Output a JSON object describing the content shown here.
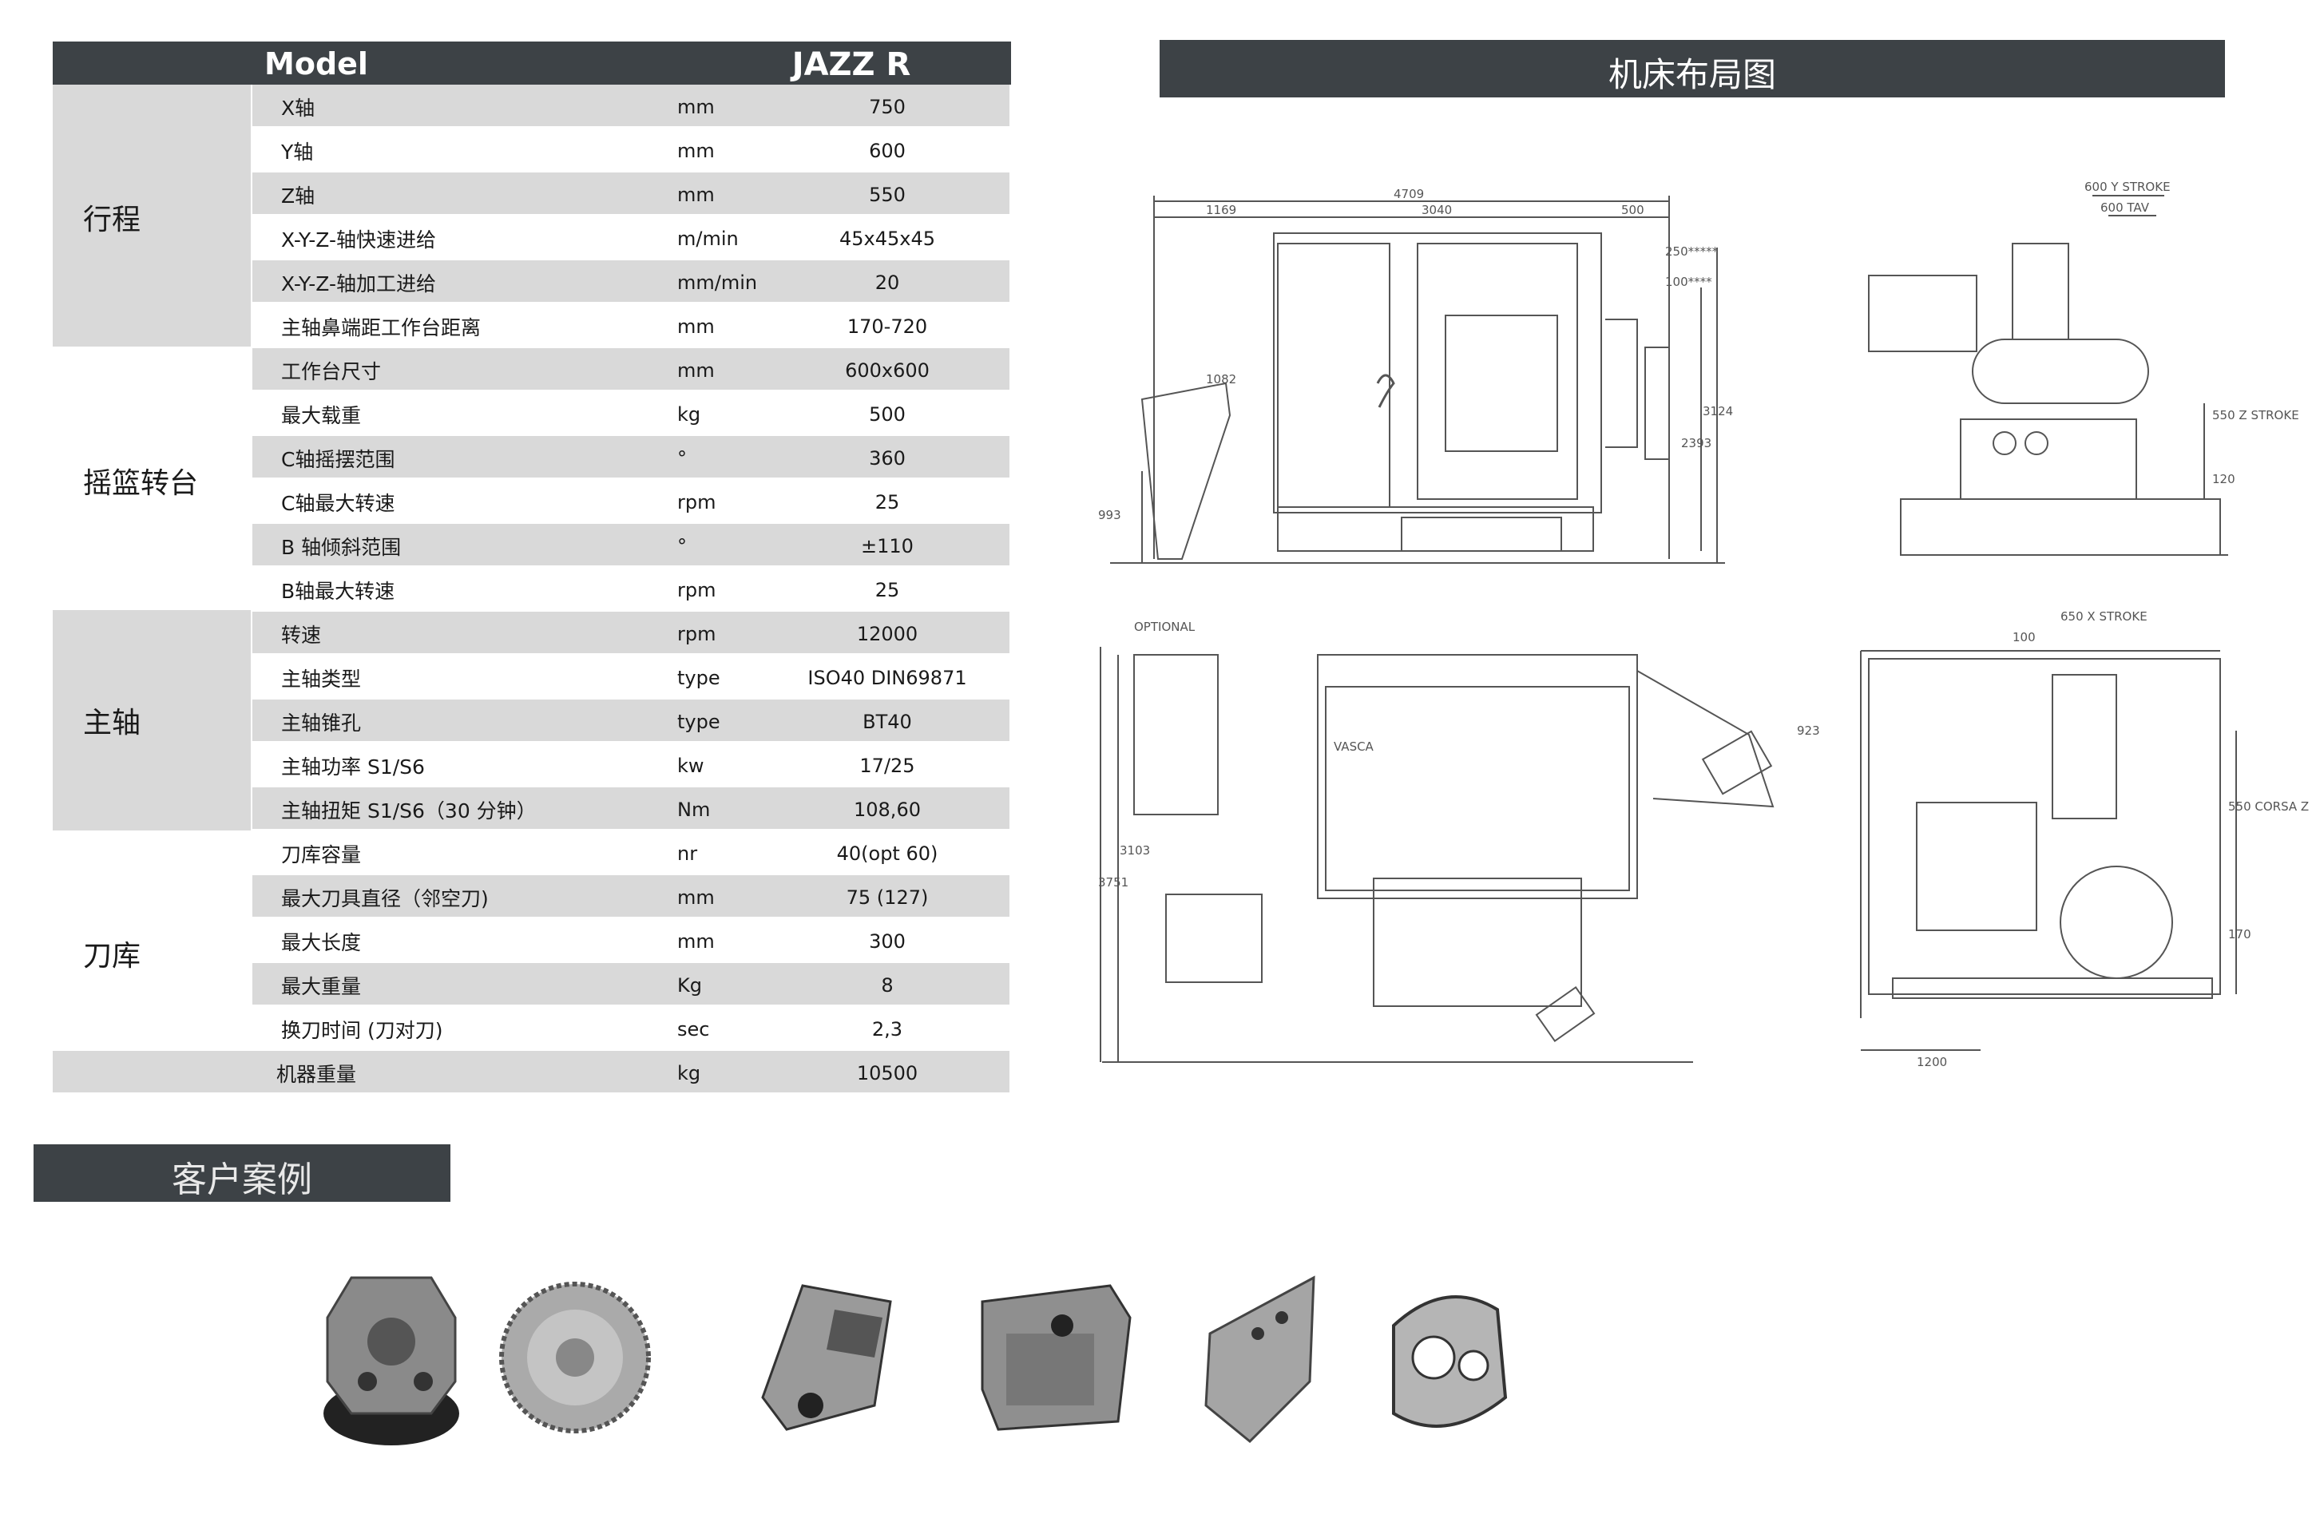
{
  "spec_table": {
    "header_model": "Model",
    "header_value": "JAZZ R",
    "groups": [
      {
        "name": "行程"
      },
      {
        "name": "摇篮转台"
      },
      {
        "name": "主轴"
      },
      {
        "name": "刀库"
      }
    ],
    "rows": [
      {
        "label": "X轴",
        "unit": "mm",
        "value": "750"
      },
      {
        "label": "Y轴",
        "unit": "mm",
        "value": "600"
      },
      {
        "label": "Z轴",
        "unit": "mm",
        "value": "550"
      },
      {
        "label": "X-Y-Z-轴快速进给",
        "unit": "m/min",
        "value": "45x45x45"
      },
      {
        "label": "X-Y-Z-轴加工进给",
        "unit": "mm/min",
        "value": "20"
      },
      {
        "label": "主轴鼻端距工作台距离",
        "unit": "mm",
        "value": "170-720"
      },
      {
        "label": "工作台尺寸",
        "unit": "mm",
        "value": "600x600"
      },
      {
        "label": "最大载重",
        "unit": "kg",
        "value": "500"
      },
      {
        "label": "C轴摇摆范围",
        "unit": "°",
        "value": "360"
      },
      {
        "label": "C轴最大转速",
        "unit": "rpm",
        "value": "25"
      },
      {
        "label": "B 轴倾斜范围",
        "unit": "°",
        "value": "±110"
      },
      {
        "label": "B轴最大转速",
        "unit": "rpm",
        "value": "25"
      },
      {
        "label": "转速",
        "unit": "rpm",
        "value": "12000"
      },
      {
        "label": "主轴类型",
        "unit": "type",
        "value": "ISO40 DIN69871"
      },
      {
        "label": "主轴锥孔",
        "unit": "type",
        "value": "BT40"
      },
      {
        "label": "主轴功率 S1/S6",
        "unit": "kw",
        "value": "17/25"
      },
      {
        "label": "主轴扭矩 S1/S6（30 分钟）",
        "unit": "Nm",
        "value": "108,60"
      },
      {
        "label": "刀库容量",
        "unit": "nr",
        "value": "40(opt 60)"
      },
      {
        "label": "最大刀具直径（邻空刀)",
        "unit": "mm",
        "value": "75 (127)"
      },
      {
        "label": "最大长度",
        "unit": "mm",
        "value": "300"
      },
      {
        "label": "最大重量",
        "unit": "Kg",
        "value": "8"
      },
      {
        "label": "换刀时间 (刀对刀)",
        "unit": "sec",
        "value": "2,3"
      },
      {
        "label": "机器重量",
        "unit": "kg",
        "value": "10500"
      }
    ]
  },
  "layout_section": {
    "title": "机床布局图",
    "front_view": {
      "dims": [
        "4709",
        "1169",
        "3040",
        "500",
        "250*****",
        "100****",
        "1082",
        "993",
        "2393",
        "3124"
      ]
    },
    "side_view": {
      "dims": [
        "600 Y STROKE",
        "600 TAV",
        "550 Z STROKE",
        "120"
      ]
    },
    "top_view": {
      "labels": [
        "OPTIONAL",
        "923",
        "3103",
        "3751",
        "VASCA"
      ]
    },
    "rear_view": {
      "dims": [
        "650 X STROKE",
        "100",
        "550 CORSA Z",
        "170",
        "1200"
      ]
    }
  },
  "cases_section": {
    "title": "客户案例",
    "parts": [
      {
        "icon": "octagonal-hub-part"
      },
      {
        "icon": "gear-wheel-part"
      },
      {
        "icon": "angled-block-part"
      },
      {
        "icon": "machined-housing-part"
      },
      {
        "icon": "angle-bracket-part"
      },
      {
        "icon": "cylindrical-shell-part"
      }
    ]
  },
  "colors": {
    "header_bg": "#3d4246",
    "row_shade": "#d9d9d9",
    "drawing_line": "#555555"
  }
}
